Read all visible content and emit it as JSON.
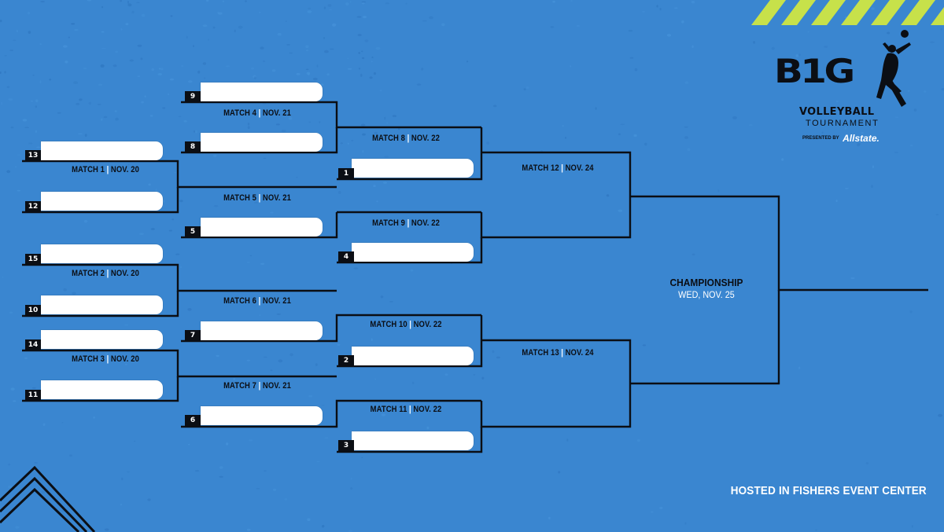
{
  "colors": {
    "background": "#3a86d0",
    "line": "#0b0e14",
    "accent": "#c7e14a",
    "slot": "#ffffff"
  },
  "logo": {
    "wordmark": "B1G",
    "sport": "VOLLEYBALL",
    "event": "TOURNAMENT",
    "presented_by": "PRESENTED BY",
    "sponsor": "Allstate.",
    "icon": "volleyball-player-icon"
  },
  "rounds": {
    "round1": [
      {
        "seed_top": "13",
        "seed_bottom": "12",
        "match": "MATCH 1",
        "date": "NOV. 20"
      },
      {
        "seed_top": "15",
        "seed_bottom": "10",
        "match": "MATCH 2",
        "date": "NOV. 20"
      },
      {
        "seed_top": "14",
        "seed_bottom": "11",
        "match": "MATCH 3",
        "date": "NOV. 20"
      }
    ],
    "round2": [
      {
        "seed_top": "9",
        "seed_bottom": "8",
        "match": "MATCH 4",
        "date": "NOV. 21"
      },
      {
        "seed_bottom": "5",
        "match": "MATCH 5",
        "date": "NOV. 21"
      },
      {
        "seed_bottom": "7",
        "match": "MATCH 6",
        "date": "NOV. 21"
      },
      {
        "seed_bottom": "6",
        "match": "MATCH 7",
        "date": "NOV. 21"
      }
    ],
    "round3": [
      {
        "seed_bottom": "1",
        "match": "MATCH 8",
        "date": "NOV. 22"
      },
      {
        "seed_bottom": "4",
        "match": "MATCH 9",
        "date": "NOV. 22"
      },
      {
        "seed_bottom": "2",
        "match": "MATCH 10",
        "date": "NOV. 22"
      },
      {
        "seed_bottom": "3",
        "match": "MATCH 11",
        "date": "NOV. 22"
      }
    ],
    "semifinals": [
      {
        "match": "MATCH 12",
        "date": "NOV. 24"
      },
      {
        "match": "MATCH 13",
        "date": "NOV. 24"
      }
    ]
  },
  "championship": {
    "title": "CHAMPIONSHIP",
    "date": "WED, NOV. 25"
  },
  "footer": "HOSTED IN FISHERS EVENT CENTER"
}
